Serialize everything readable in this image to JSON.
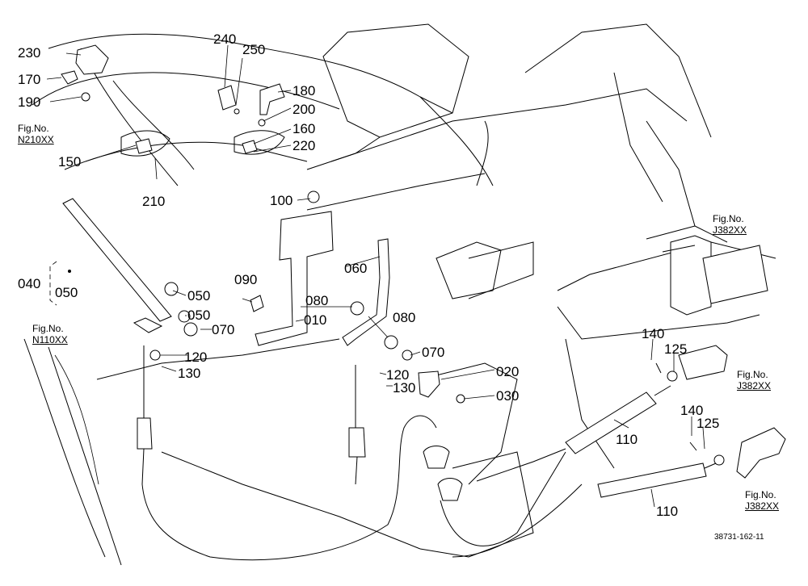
{
  "parts": {
    "p230": "230",
    "p240": "240",
    "p250": "250",
    "p170": "170",
    "p180": "180",
    "p190": "190",
    "p200": "200",
    "p160": "160",
    "p220": "220",
    "p150": "150",
    "p210": "210",
    "p100": "100",
    "p060": "060",
    "p040": "040",
    "p050a": "050",
    "p050b": "050",
    "p050c": "050",
    "p090": "090",
    "p080a": "080",
    "p080b": "080",
    "p070a": "070",
    "p070b": "070",
    "p010": "010",
    "p120a": "120",
    "p120b": "120",
    "p130a": "130",
    "p130b": "130",
    "p020": "020",
    "p030": "030",
    "p140a": "140",
    "p140b": "140",
    "p125a": "125",
    "p125b": "125",
    "p110a": "110",
    "p110b": "110"
  },
  "refs": {
    "n210": {
      "label": "Fig.No.",
      "num": "N210XX"
    },
    "n110": {
      "label": "Fig.No.",
      "num": "N110XX"
    },
    "j382a": {
      "label": "Fig.No.",
      "num": "J382XX"
    },
    "j382b": {
      "label": "Fig.No.",
      "num": "J382XX"
    },
    "j382c": {
      "label": "Fig.No.",
      "num": "J382XX"
    }
  },
  "drawing_code": "38731-162-11"
}
